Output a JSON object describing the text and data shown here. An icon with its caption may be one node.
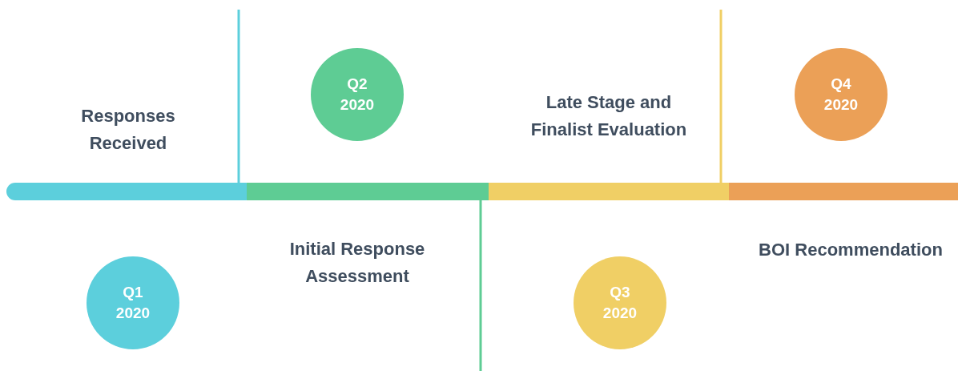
{
  "diagram": {
    "nodes": [
      {
        "text": [
          "Q1 2020"
        ]
      },
      {
        "text": [
          "Q2 2020"
        ]
      },
      {
        "text": [
          "Q3 2020"
        ]
      },
      {
        "text": [
          "Q4 2020"
        ]
      }
    ],
    "edges": [],
    "labels": [
      "Responses Received",
      "Initial Response Assessment",
      "Late Stage and Finalist Evaluation",
      "BOI Recommendation"
    ]
  }
}
